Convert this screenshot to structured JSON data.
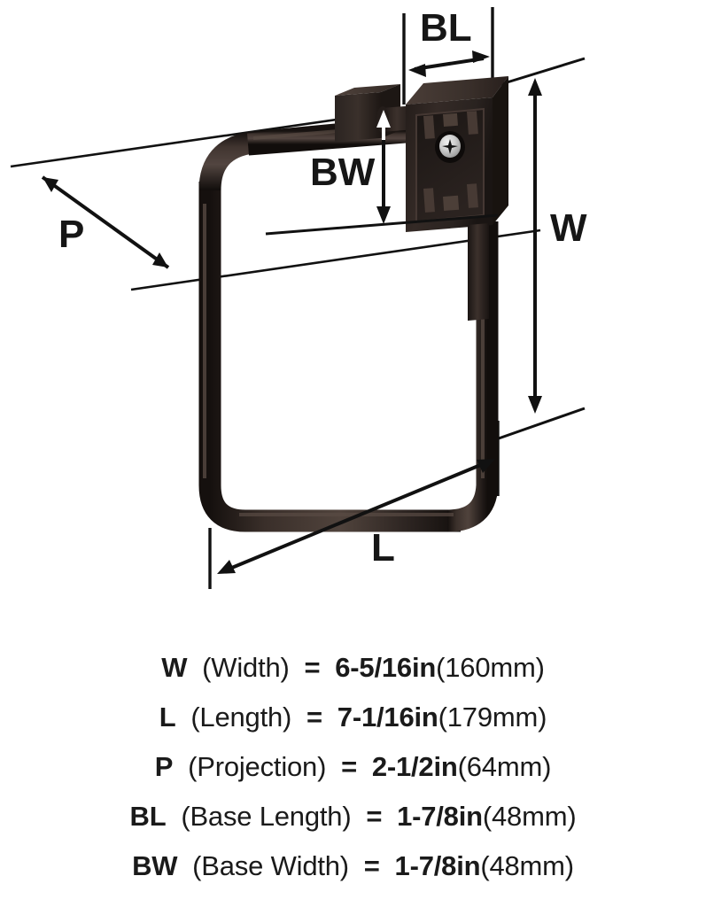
{
  "product": {
    "type": "towel-ring",
    "finish_color": "#2a2320",
    "screw_color": "#c9c9c9"
  },
  "diagram": {
    "labels": {
      "w": "W",
      "l": "L",
      "p": "P",
      "bl": "BL",
      "bw": "BW"
    }
  },
  "legend": {
    "rows": [
      {
        "symbol": "W",
        "name": "(Width)",
        "equals": "=",
        "value": "6-5/16in",
        "metric": "(160mm)"
      },
      {
        "symbol": "L",
        "name": "(Length)",
        "equals": "=",
        "value": "7-1/16in",
        "metric": "(179mm)"
      },
      {
        "symbol": "P",
        "name": "(Projection)",
        "equals": "=",
        "value": "2-1/2in",
        "metric": "(64mm)"
      },
      {
        "symbol": "BL",
        "name": "(Base Length)",
        "equals": "=",
        "value": "1-7/8in",
        "metric": "(48mm)"
      },
      {
        "symbol": "BW",
        "name": "(Base Width)",
        "equals": "=",
        "value": "1-7/8in",
        "metric": "(48mm)"
      }
    ]
  }
}
